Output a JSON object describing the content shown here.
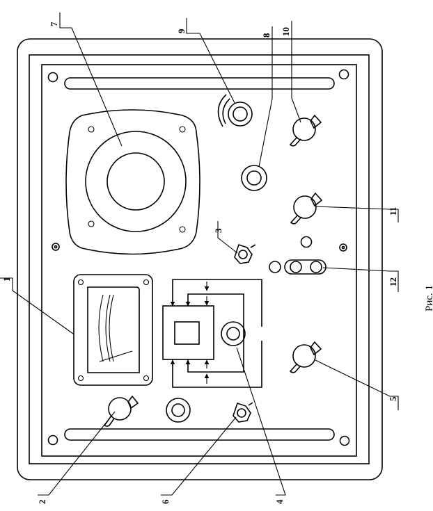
{
  "figure": {
    "caption": "Рис. 1",
    "callouts": [
      {
        "id": "c1",
        "text": "1"
      },
      {
        "id": "c2",
        "text": "2"
      },
      {
        "id": "c3",
        "text": "3"
      },
      {
        "id": "c4",
        "text": "4"
      },
      {
        "id": "c5",
        "text": "5"
      },
      {
        "id": "c6",
        "text": "6"
      },
      {
        "id": "c7",
        "text": "7"
      },
      {
        "id": "c8",
        "text": "8"
      },
      {
        "id": "c9",
        "text": "9"
      },
      {
        "id": "c10",
        "text": "10"
      },
      {
        "id": "c11",
        "text": "11"
      },
      {
        "id": "c12",
        "text": "12"
      }
    ]
  }
}
